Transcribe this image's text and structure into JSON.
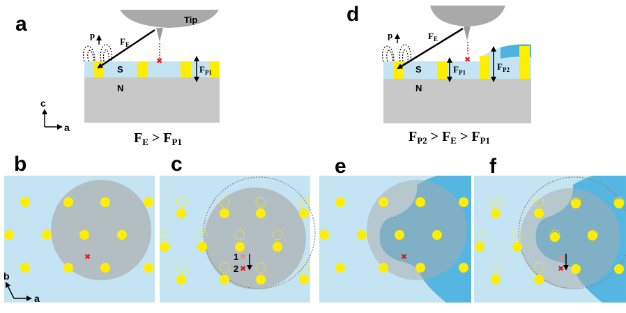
{
  "panels": {
    "a": "a",
    "b": "b",
    "c": "c",
    "d": "d",
    "e": "e",
    "f": "f"
  },
  "side_view": {
    "tip": "Tip",
    "layer_s": "S",
    "layer_n": "N",
    "force_main": "F",
    "force_main_sub": "E",
    "pinning1_main": "F",
    "pinning1_sub": "P1",
    "pinning2_main": "F",
    "pinning2_sub": "P2",
    "moment": "p"
  },
  "equations": {
    "a": {
      "parts": [
        "F",
        "E",
        " > F",
        "P1"
      ]
    },
    "d": {
      "parts": [
        "F",
        "P2",
        " > F",
        "E",
        " > F",
        "P1"
      ]
    }
  },
  "axes": {
    "side": {
      "up": "c",
      "right": "a"
    },
    "top": {
      "up": "b",
      "right": "a"
    }
  },
  "positions_labels": {
    "first": "1",
    "second": "2"
  },
  "colors": {
    "superconductor": "#c5e4f3",
    "normal": "#c8c8c8",
    "vortex": "#ffee00",
    "tip": "#a9a9a9",
    "domain": "#4fb3e0",
    "marker": "#e8141a"
  }
}
